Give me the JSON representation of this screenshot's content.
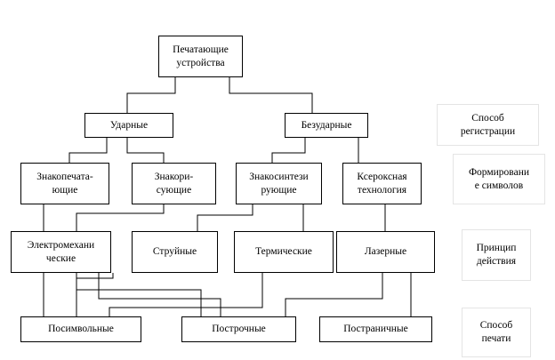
{
  "nodes": {
    "root": "Печатающие\nустройства",
    "impact": "Ударные",
    "nonimpact": "Безударные",
    "char_print": "Знакопечата-\nющие",
    "char_form": "Знакори-\nсующие",
    "char_synth": "Знакосинтези\nрующие",
    "xerox": "Ксероксная\nтехнология",
    "electromech": "Электромехани\nческие",
    "inkjet": "Струйные",
    "thermal": "Термические",
    "laser": "Лазерные",
    "char_by_char": "Посимвольные",
    "line_by_line": "Построчные",
    "page_by_page": "Постраничные"
  },
  "categories": {
    "registration": "Способ\nрегистрации",
    "symbol_forming": "Формировани\nе символов",
    "principle": "Принцип\nдействия",
    "print_method": "Способ\nпечати"
  }
}
